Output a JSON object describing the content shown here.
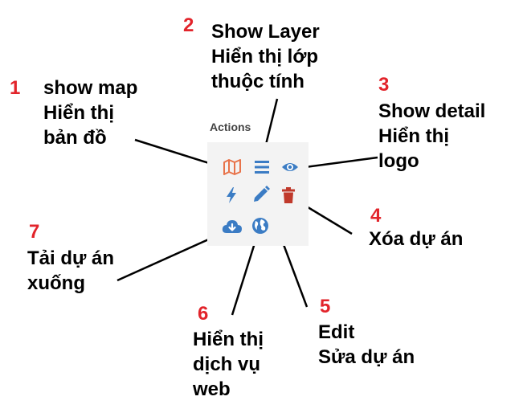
{
  "panel": {
    "title": "Actions"
  },
  "actions": [
    {
      "number": "1",
      "line1": "show map",
      "line2": "Hiển thị",
      "line3": "bản đồ",
      "icon": "map-icon",
      "color": "#e8734a"
    },
    {
      "number": "2",
      "line1": "Show Layer",
      "line2": "Hiển thị lớp",
      "line3": "thuộc tính",
      "icon": "list-icon",
      "color": "#3b7cc4"
    },
    {
      "number": "3",
      "line1": "Show detail",
      "line2": "Hiển thị",
      "line3": "logo",
      "icon": "eye-icon",
      "color": "#3b7cc4"
    },
    {
      "number": "4",
      "line1": "Xóa dự án",
      "icon": "trash-icon",
      "color": "#c0392b"
    },
    {
      "number": "5",
      "line1": "Edit",
      "line2": "Sửa dự án",
      "icon": "pencil-icon",
      "color": "#3b7cc4"
    },
    {
      "number": "6",
      "line1": "Hiển thị",
      "line2": "dịch vụ",
      "line3": "web",
      "icon": "globe-icon",
      "color": "#3b7cc4"
    },
    {
      "number": "7",
      "line1": "Tải dự án",
      "line2": "xuống",
      "icon": "cloud-download-icon",
      "color": "#3b7cc4"
    }
  ],
  "extra_icon": {
    "icon": "bolt-icon",
    "color": "#3b7cc4"
  }
}
